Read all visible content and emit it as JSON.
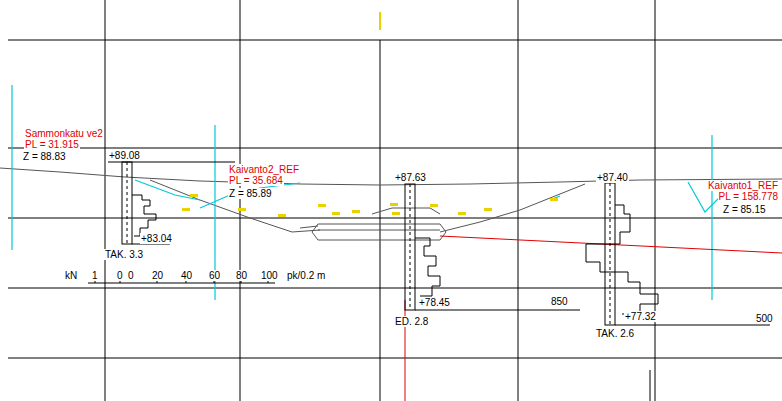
{
  "diagram": {
    "labels": [
      "Sammonkatu ve2",
      "PL = 31.915",
      "Z = 88.83",
      "+89.08",
      "TAK. 3.3",
      "+83.04",
      "Kaivanto2_REF",
      "PL = 35.684",
      "Z = 85.89",
      "+87.63",
      "+78.45",
      "ED. 2.8",
      "850",
      "+87.40",
      "+77.32",
      "TAK. 2.6",
      "500",
      "Kaivanto1_REF",
      "PL = 158.778",
      "Z = 85.15",
      "kN",
      "1",
      "0",
      "0",
      "20",
      "40",
      "60",
      "80",
      "100",
      "pk/0.2 m"
    ]
  }
}
